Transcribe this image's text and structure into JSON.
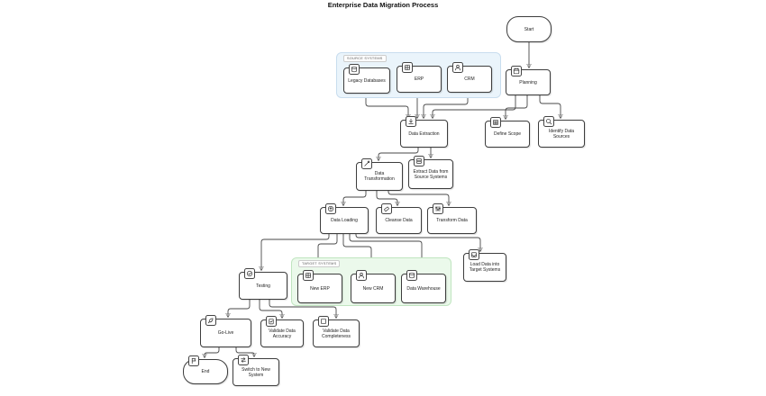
{
  "title": "Enterprise Data Migration Process",
  "colors": {
    "source_container_bg": "#eaf4fb",
    "source_container_border": "#c8ddee",
    "target_container_bg": "#ebf9eb",
    "target_container_border": "#c0e5c0",
    "node_border": "#3d3d3d",
    "edge": "#474747"
  },
  "containers": {
    "source": {
      "label": "SOURCE SYSTEMS"
    },
    "target": {
      "label": "TARGET SYSTEMS"
    }
  },
  "nodes": {
    "start": {
      "label": "Start"
    },
    "planning": {
      "label": "Planning"
    },
    "legacy_databases": {
      "label": "Legacy Databases"
    },
    "erp": {
      "label": "ERP"
    },
    "crm": {
      "label": "CRM"
    },
    "data_extraction": {
      "label": "Data Extraction"
    },
    "define_scope": {
      "label": "Define Scope"
    },
    "identify_data_sources": {
      "label": "Identify Data Sources"
    },
    "data_transformation": {
      "label": "Data Transformation"
    },
    "extract_data": {
      "label": "Extract Data from Source Systems"
    },
    "data_loading": {
      "label": "Data Loading"
    },
    "cleanse_data": {
      "label": "Cleanse Data"
    },
    "transform_data": {
      "label": "Transform Data"
    },
    "testing": {
      "label": "Testing"
    },
    "new_erp": {
      "label": "New ERP"
    },
    "new_crm": {
      "label": "New CRM"
    },
    "data_warehouse": {
      "label": "Data Warehouse"
    },
    "load_target": {
      "label": "Load Data into Target Systems"
    },
    "go_live": {
      "label": "Go-Live"
    },
    "validate_accuracy": {
      "label": "Validate Data Accuracy"
    },
    "validate_completeness": {
      "label": "Validate Data Completeness"
    },
    "end": {
      "label": "End"
    },
    "switch_to_new": {
      "label": "Switch to New System"
    }
  }
}
